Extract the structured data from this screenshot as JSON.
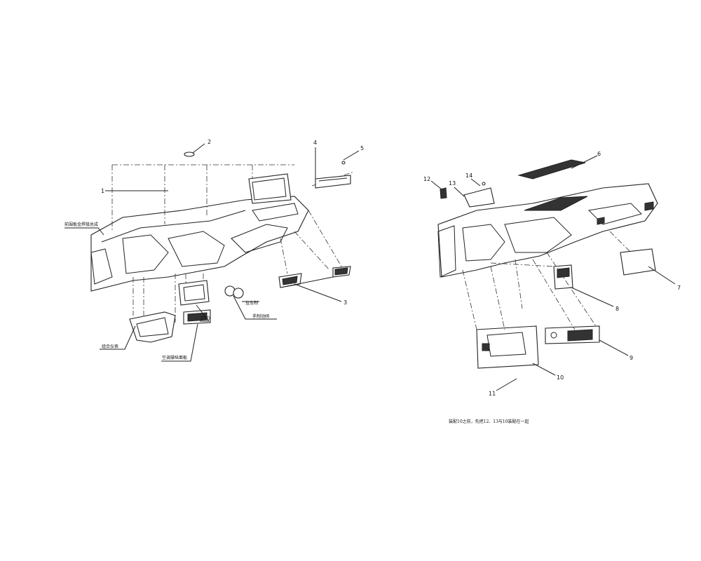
{
  "left_diagram": {
    "callouts": [
      "1",
      "2",
      "3",
      "4",
      "5"
    ],
    "labels": {
      "front_panel": "前围板金焊接总成",
      "cluster": "组合仪表",
      "ac_panel": "空调操纵面板",
      "dvd": "DVD",
      "trailer_brake": "挂车制",
      "hand_brake_valve": "手制动阀"
    }
  },
  "right_diagram": {
    "callouts": [
      "6",
      "7",
      "8",
      "9",
      "10",
      "11",
      "12",
      "13",
      "14"
    ],
    "note": "装配10之前，先把12、13与10装配在一起"
  }
}
